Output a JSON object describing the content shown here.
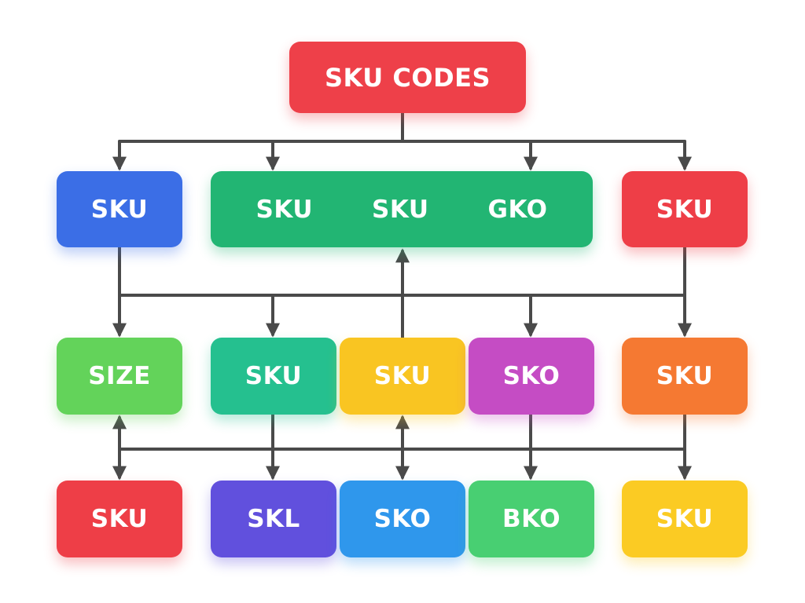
{
  "root": {
    "label": "SKU CODES",
    "color": "#ee4049"
  },
  "row1": {
    "left": {
      "label": "SKU",
      "color": "#3b6ee6"
    },
    "group": {
      "labels": [
        "SKU",
        "SKU",
        "GKO"
      ],
      "color": "#22b573"
    },
    "right": {
      "label": "SKU",
      "color": "#ee3e47"
    }
  },
  "row2": [
    {
      "label": "SIZE",
      "color": "#63d35a"
    },
    {
      "label": "SKU",
      "color": "#25c08f"
    },
    {
      "label": "SKU",
      "color": "#f9c522"
    },
    {
      "label": "SKO",
      "color": "#c54cc4"
    },
    {
      "label": "SKU",
      "color": "#f57932"
    }
  ],
  "row3": [
    {
      "label": "SKU",
      "color": "#ee3e47"
    },
    {
      "label": "SKL",
      "color": "#6150dd"
    },
    {
      "label": "SKO",
      "color": "#2f97ec"
    },
    {
      "label": "BKO",
      "color": "#48cf72"
    },
    {
      "label": "SKU",
      "color": "#fbcb23"
    }
  ],
  "connector_color": "#4a4a4a"
}
